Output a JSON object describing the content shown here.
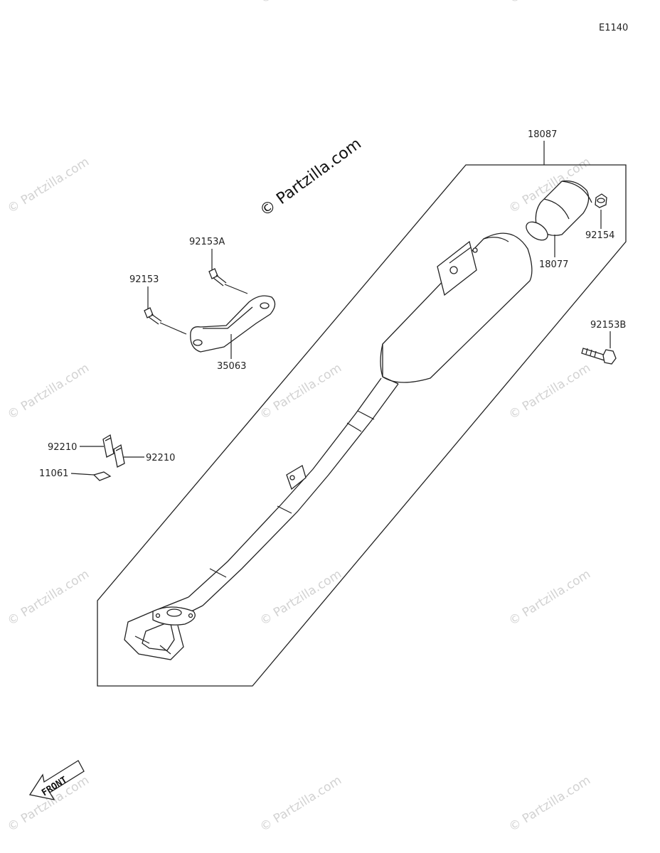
{
  "diagram_code": "E1140",
  "copyright": "© Partzilla.com",
  "watermark": "© Partzilla.com",
  "front_label": "FRONT",
  "parts": {
    "p18087": "18087",
    "p18077": "18077",
    "p92154": "92154",
    "p92153A": "92153A",
    "p92153": "92153",
    "p35063": "35063",
    "p92153B": "92153B",
    "p92210a": "92210",
    "p92210b": "92210",
    "p11061": "11061"
  }
}
